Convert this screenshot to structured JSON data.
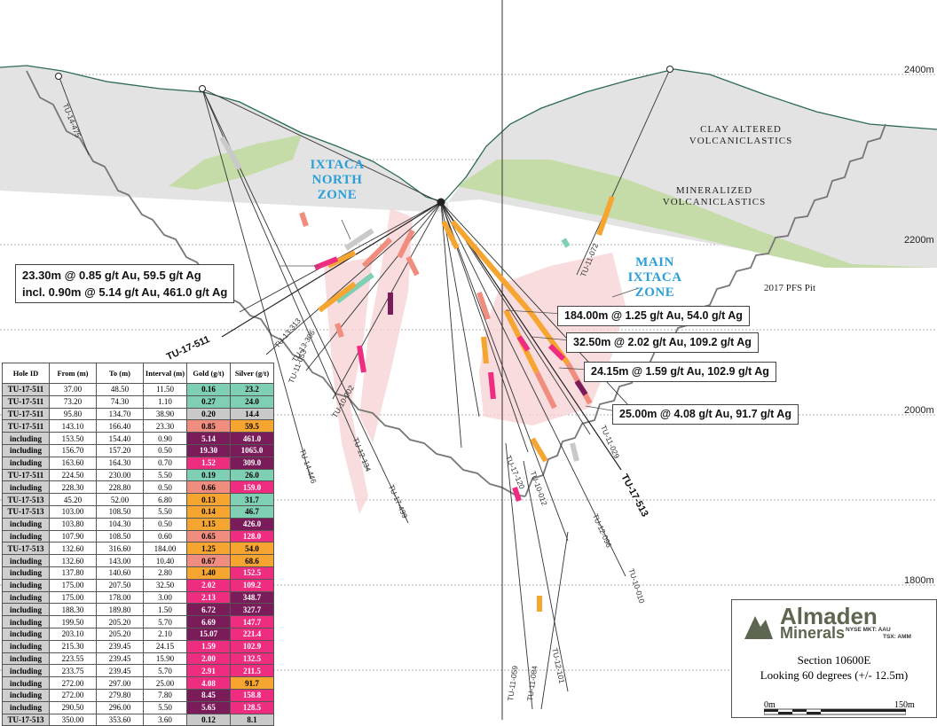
{
  "zones": {
    "north": [
      "IXTACA",
      "NORTH",
      "ZONE"
    ],
    "main": [
      "MAIN",
      "IXTACA",
      "ZONE"
    ]
  },
  "geology": {
    "clay": [
      "CLAY ALTERED",
      "VOLCANICLASTICS"
    ],
    "mineralized": [
      "MINERALIZED",
      "VOLCANICLASTICS"
    ],
    "pit": "2017 PFS Pit"
  },
  "elevations": [
    "2400m",
    "2200m",
    "2000m",
    "1800m"
  ],
  "callouts": {
    "c1a": "23.30m @ 0.85 g/t Au, 59.5 g/t Ag",
    "c1b": "incl. 0.90m @ 5.14 g/t Au, 461.0 g/t Ag",
    "c2": "184.00m @ 1.25 g/t Au, 54.0 g/t Ag",
    "c3": "32.50m @ 2.02 g/t Au, 109.2 g/t Ag",
    "c4": "24.15m @ 1.59 g/t Au, 102.9 g/t Ag",
    "c5": "25.00m @ 4.08 g/t Au, 91.7 g/t Ag"
  },
  "holes": {
    "main": [
      "TU-17-511",
      "TU-17-513"
    ],
    "others": [
      "TU-14-475",
      "TU-13-313",
      "TU-13-306",
      "TU-11-053",
      "TU-10-002",
      "TU-12-134",
      "TU-14-446",
      "TU-17-499",
      "TU-11-072",
      "TU-17-120",
      "TU-10-012",
      "TU-11-029",
      "TU-12-096",
      "TU-10-010",
      "TU-11-059",
      "TU-12-101",
      "TU-11-084"
    ]
  },
  "table": {
    "headers": [
      "Hole ID",
      "From (m)",
      "To (m)",
      "Interval (m)",
      "Gold (g/t)",
      "Silver (g/t)"
    ],
    "rows": [
      [
        "TU-17-511",
        "37.00",
        "48.50",
        "11.50",
        "0.16",
        "23.2"
      ],
      [
        "TU-17-511",
        "73.20",
        "74.30",
        "1.10",
        "0.27",
        "24.0"
      ],
      [
        "TU-17-511",
        "95.80",
        "134.70",
        "38.90",
        "0.20",
        "14.4"
      ],
      [
        "TU-17-511",
        "143.10",
        "166.40",
        "23.30",
        "0.85",
        "59.5"
      ],
      [
        "including",
        "153.50",
        "154.40",
        "0.90",
        "5.14",
        "461.0"
      ],
      [
        "including",
        "156.70",
        "157.20",
        "0.50",
        "19.30",
        "1065.0"
      ],
      [
        "including",
        "163.60",
        "164.30",
        "0.70",
        "1.52",
        "309.0"
      ],
      [
        "TU-17-511",
        "224.50",
        "230.00",
        "5.50",
        "0.19",
        "26.0"
      ],
      [
        "including",
        "228.30",
        "228.80",
        "0.50",
        "0.66",
        "159.0"
      ],
      [
        "TU-17-513",
        "45.20",
        "52.00",
        "6.80",
        "0.13",
        "31.7"
      ],
      [
        "TU-17-513",
        "103.00",
        "108.50",
        "5.50",
        "0.14",
        "46.7"
      ],
      [
        "including",
        "103.80",
        "104.30",
        "0.50",
        "1.15",
        "426.0"
      ],
      [
        "including",
        "107.90",
        "108.50",
        "0.60",
        "0.65",
        "128.0"
      ],
      [
        "TU-17-513",
        "132.60",
        "316.60",
        "184.00",
        "1.25",
        "54.0"
      ],
      [
        "including",
        "132.60",
        "143.00",
        "10.40",
        "0.67",
        "68.6"
      ],
      [
        "including",
        "137.80",
        "140.60",
        "2.80",
        "1.40",
        "152.5"
      ],
      [
        "including",
        "175.00",
        "207.50",
        "32.50",
        "2.02",
        "109.2"
      ],
      [
        "including",
        "175.00",
        "178.00",
        "3.00",
        "2.13",
        "348.7"
      ],
      [
        "including",
        "188.30",
        "189.80",
        "1.50",
        "6.72",
        "327.7"
      ],
      [
        "including",
        "199.50",
        "205.20",
        "5.70",
        "6.69",
        "147.7"
      ],
      [
        "including",
        "203.10",
        "205.20",
        "2.10",
        "15.07",
        "221.4"
      ],
      [
        "including",
        "215.30",
        "239.45",
        "24.15",
        "1.59",
        "102.9"
      ],
      [
        "including",
        "223.55",
        "239.45",
        "15.90",
        "2.00",
        "132.5"
      ],
      [
        "including",
        "233.75",
        "239.45",
        "5.70",
        "2.91",
        "211.5"
      ],
      [
        "including",
        "272.00",
        "297.00",
        "25.00",
        "4.08",
        "91.7"
      ],
      [
        "including",
        "272.00",
        "279.80",
        "7.80",
        "8.45",
        "158.8"
      ],
      [
        "including",
        "290.50",
        "296.00",
        "5.50",
        "5.65",
        "128.5"
      ],
      [
        "TU-17-513",
        "350.00",
        "353.60",
        "3.60",
        "0.12",
        "8.1"
      ]
    ]
  },
  "colors": {
    "grade_teal": "#7fcfb4",
    "grade_grey": "#c9c9c9",
    "grade_orange": "#f6a531",
    "grade_salmon": "#f08d7e",
    "grade_pink": "#ef2d80",
    "grade_purple": "#7b1c5a",
    "zone_blue": "#2a9fd8",
    "logo_green": "#5d6651"
  },
  "logo": {
    "brand1": "Almaden",
    "brand2": "Minerals",
    "tick1": "NYSE MKT: AAU",
    "tick2": "TSX: AMM",
    "section": "Section 10600E",
    "looking": "Looking 60 degrees (+/- 12.5m)",
    "scale0": "0m",
    "scale1": "150m"
  }
}
